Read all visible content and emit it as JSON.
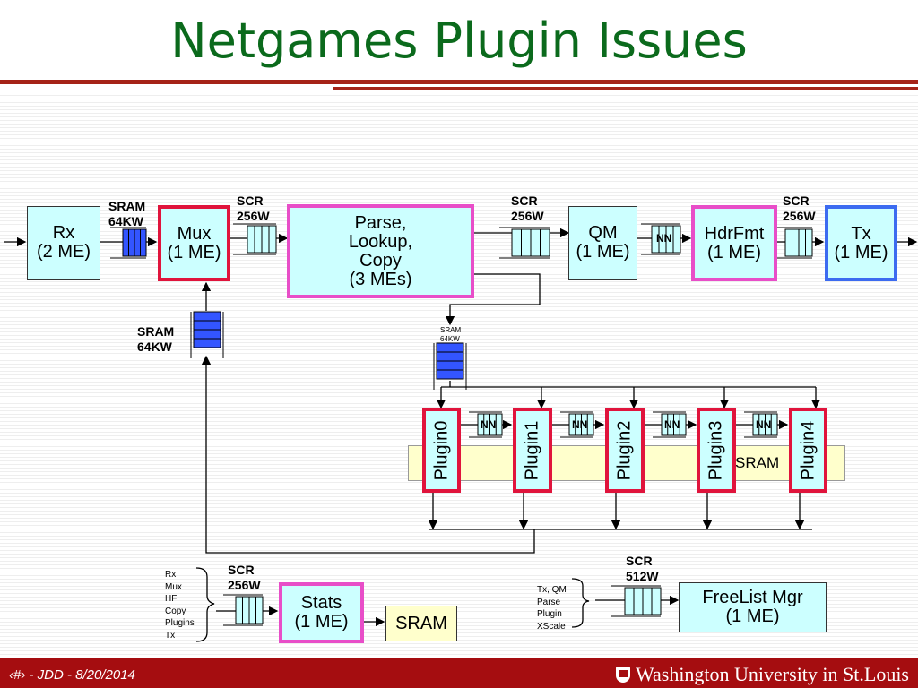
{
  "title": "Netgames Plugin Issues",
  "footer": {
    "left": "‹#› - JDD - 8/20/2014",
    "logo": "Washington University in St.Louis"
  },
  "boxes": {
    "rx": [
      "Rx",
      "(2 ME)"
    ],
    "mux": [
      "Mux",
      "(1 ME)"
    ],
    "parse": [
      "Parse,",
      "Lookup,",
      "Copy",
      "(3 MEs)"
    ],
    "qm": [
      "QM",
      "(1 ME)"
    ],
    "hdrfmt": [
      "HdrFmt",
      "(1 ME)"
    ],
    "tx": [
      "Tx",
      "(1 ME)"
    ],
    "stats": [
      "Stats",
      "(1 ME)"
    ],
    "freelist": [
      "FreeList Mgr",
      "(1 ME)"
    ]
  },
  "plugins": [
    "Plugin0",
    "Plugin1",
    "Plugin2",
    "Plugin3",
    "Plugin4"
  ],
  "labels": {
    "sram_top": [
      "SRAM",
      "64KW"
    ],
    "sram_mid": [
      "SRAM",
      "64KW"
    ],
    "sram_small": [
      "SRAM",
      "64KW"
    ],
    "scr_mux": [
      "SCR",
      "256W"
    ],
    "scr_qm": [
      "SCR",
      "256W"
    ],
    "scr_tx": [
      "SCR",
      "256W"
    ],
    "scr_stats": [
      "SCR",
      "256W"
    ],
    "scr_freelist": [
      "SCR",
      "512W"
    ],
    "nn": "NN",
    "sram_bar": "SRAM",
    "sram_box": "SRAM"
  },
  "stats_sources": [
    "Rx",
    "Mux",
    "HF",
    "Copy",
    "Plugins",
    "Tx"
  ],
  "freelist_sources": [
    "Tx, QM",
    "Parse",
    "Plugin",
    "XScale"
  ],
  "colors": {
    "title": "#0b6a1c",
    "rule": "#a52318",
    "footer": "#a50d10",
    "box_fill": "#ccffff",
    "red_border": "#e0143c",
    "pink_border": "#e84ec8",
    "blue_border": "#3c6bf0",
    "sram_queue": "#3355ff",
    "scr_queue": "#ccffff",
    "sram_fill": "#ffffcc"
  }
}
